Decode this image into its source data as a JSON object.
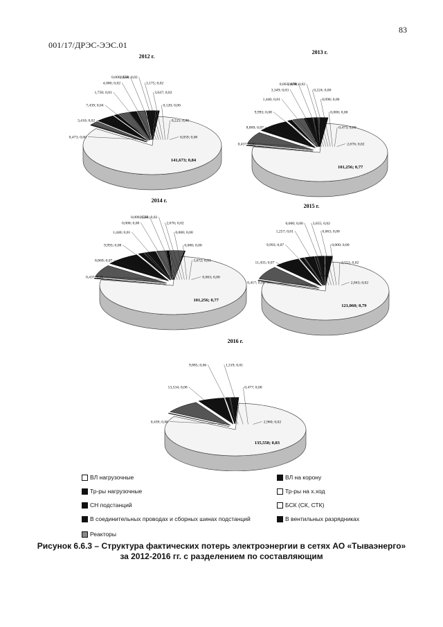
{
  "page_number": "83",
  "doc_id": "001/17/ДРЭС-ЭЭС.01",
  "chart_data": [
    {
      "type": "pie",
      "title": "2012 г.",
      "labels": [
        "141,673; 0,84",
        "0,473; 0,00",
        "3,410; 0,02",
        "7,439; 0,04",
        "1,750; 0,01",
        "4,000; 0,02",
        "0,000; 0,00",
        "2,551; 0,02",
        "3,175; 0,02",
        "3,647; 0,02",
        "0,120; 0,00",
        "0,225; 0,00",
        "0,059; 0,00"
      ],
      "values": [
        141.673,
        0.473,
        3.41,
        7.439,
        1.75,
        4.0,
        0.0,
        2.551,
        3.175,
        3.647,
        0.12,
        0.225,
        0.059
      ],
      "shares": [
        0.84,
        0.0,
        0.02,
        0.04,
        0.01,
        0.02,
        0.0,
        0.02,
        0.02,
        0.02,
        0.0,
        0.0,
        0.0
      ]
    },
    {
      "type": "pie",
      "title": "2013 г.",
      "labels": [
        "101,256; 0,77",
        "0,437; 0,00",
        "8,869; 0,07",
        "9,993; 0,08",
        "1,440; 0,01",
        "3,349; 0,03",
        "0,063; 0,00",
        "2,078; 0,02",
        "0,224; 0,00",
        "0,098; 0,00",
        "0,000; 0,00",
        "0,473; 0,00",
        "2,676; 0,02"
      ],
      "values": [
        101.256,
        0.437,
        8.869,
        9.993,
        1.44,
        3.349,
        0.063,
        2.078,
        0.224,
        0.098,
        0.0,
        0.473,
        2.676
      ],
      "shares": [
        0.77,
        0.0,
        0.07,
        0.08,
        0.01,
        0.03,
        0.0,
        0.02,
        0.0,
        0.0,
        0.0,
        0.0,
        0.02
      ]
    },
    {
      "type": "pie",
      "title": "2014 г.",
      "labels": [
        "101,256; 0,77",
        "0,437; 0,00",
        "8,869; 0,07",
        "9,993; 0,08",
        "1,440; 0,01",
        "0,000; 0,00",
        "0,000; 0,00",
        "2,554; 0,02",
        "2,676; 0,02",
        "0,000; 0,00",
        "0,000; 0,00",
        "3,672; 0,03",
        "0,063; 0,00"
      ],
      "values": [
        101.256,
        0.437,
        8.869,
        9.993,
        1.44,
        0.0,
        0.0,
        2.554,
        2.676,
        0.0,
        0.0,
        3.672,
        0.063
      ],
      "shares": [
        0.77,
        0.0,
        0.07,
        0.08,
        0.01,
        0.0,
        0.0,
        0.02,
        0.02,
        0.0,
        0.0,
        0.03,
        0.0
      ]
    },
    {
      "type": "pie",
      "title": "2015 г.",
      "labels": [
        "121,060; 0,79",
        "0,417; 0,00",
        "11,435; 0,07",
        "9,993; 0,07",
        "1,257; 0,01",
        "0,000; 0,00",
        "3,655; 0,02",
        "0,063; 0,00",
        "0,000; 0,00",
        "2,551; 0,02",
        "2,843; 0,02"
      ],
      "values": [
        121.06,
        0.417,
        11.435,
        9.993,
        1.257,
        0.0,
        3.655,
        0.063,
        0.0,
        2.551,
        2.843
      ],
      "shares": [
        0.79,
        0.0,
        0.07,
        0.07,
        0.01,
        0.0,
        0.02,
        0.0,
        0.0,
        0.02,
        0.02
      ]
    },
    {
      "type": "pie",
      "title": "2016 г.",
      "labels": [
        "135,558; 0,83",
        "0,439; 0,00",
        "13,534; 0,08",
        "9,885; 0,06",
        "1,319; 0,01",
        "0,477; 0,00",
        "2,960; 0,02"
      ],
      "values": [
        135.558,
        0.439,
        13.534,
        9.885,
        1.319,
        0.477,
        2.96
      ],
      "shares": [
        0.83,
        0.0,
        0.08,
        0.06,
        0.01,
        0.0,
        0.02
      ]
    }
  ],
  "legend": [
    {
      "label": "ВЛ нагрузочные",
      "fill": "light"
    },
    {
      "label": "ВЛ на корону",
      "fill": "dark"
    },
    {
      "label": "Тр-ры нагрузочные",
      "fill": "dark"
    },
    {
      "label": "Тр-ры на х.ход",
      "fill": "light"
    },
    {
      "label": "СН подстанций",
      "fill": "dark"
    },
    {
      "label": "БСК (СК, СТК)",
      "fill": "light"
    },
    {
      "label": "В соединительных проводах и сборных шинах подстанций",
      "fill": "dark"
    },
    {
      "label": "В вентильных разрядниках",
      "fill": "dark"
    },
    {
      "label": "Реакторы",
      "fill": "grey"
    }
  ],
  "caption": {
    "line1": "Рисунок 6.6.3 – Структура фактических потерь электроэнергии в сетях АО «Тываэнерго»",
    "line2": "за 2012-2016 гг. с разделением по составляющим"
  }
}
